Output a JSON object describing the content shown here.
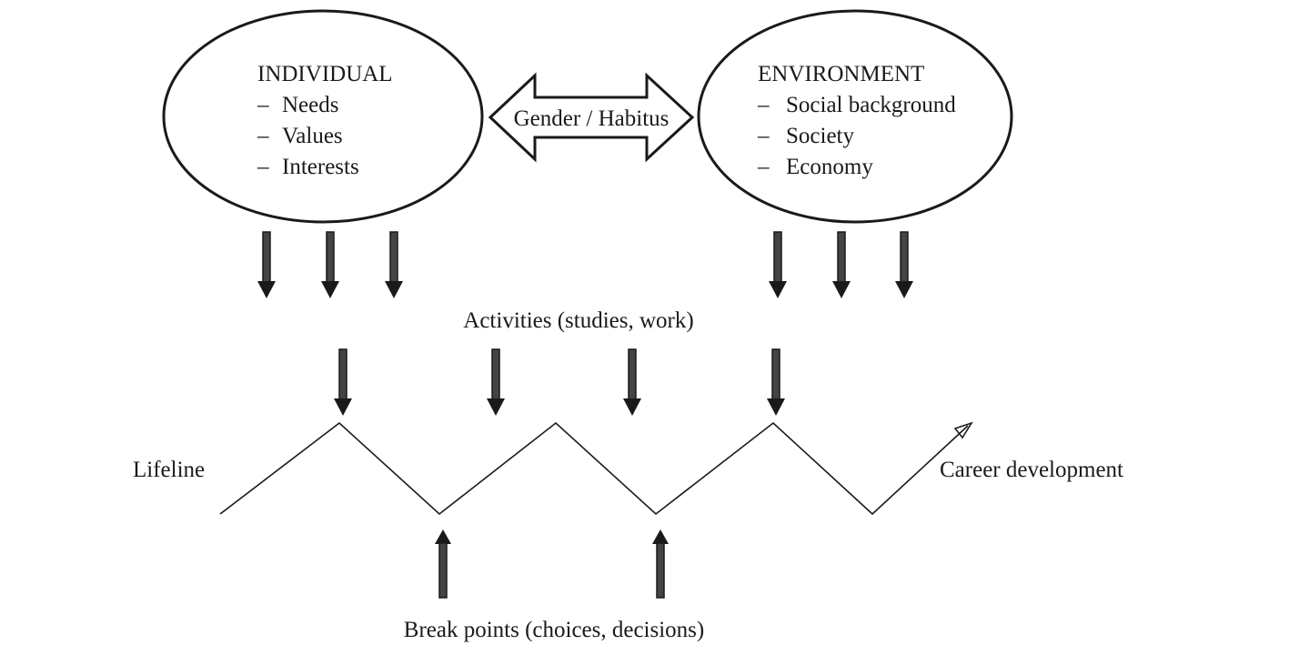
{
  "individual": {
    "title": "INDIVIDUAL",
    "items": [
      "Needs",
      "Values",
      "Interests"
    ]
  },
  "environment": {
    "title": "ENVIRONMENT",
    "items": [
      "Social background",
      "Society",
      "Economy"
    ]
  },
  "link_label": "Gender / Habitus",
  "activities_label": "Activities (studies, work)",
  "lifeline_label": "Lifeline",
  "career_label": "Career development",
  "breakpoints_label": "Break points (choices, decisions)",
  "bullet": "–"
}
